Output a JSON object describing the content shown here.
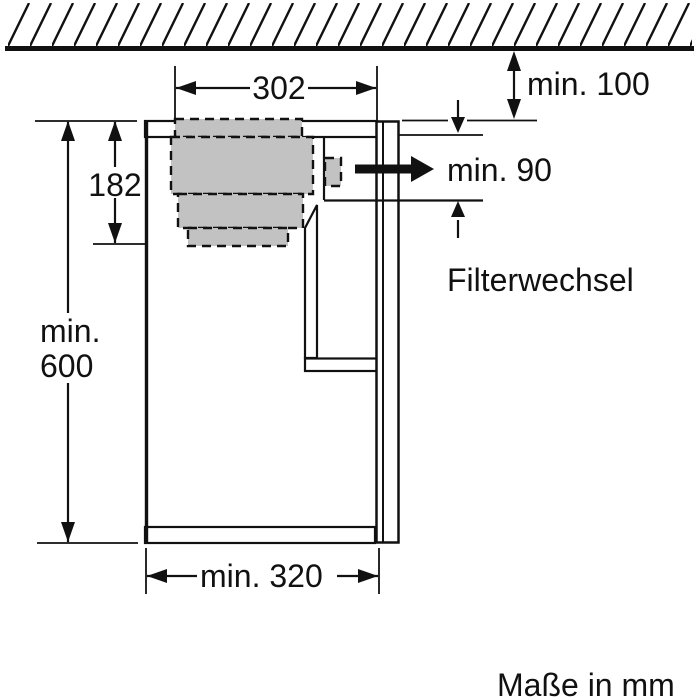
{
  "colors": {
    "line": "#111111",
    "background": "#ffffff",
    "hood_fill": "#c2c2c2"
  },
  "dimensions": {
    "top_width": "302",
    "ceiling_clearance": "min. 100",
    "hood_height": "182",
    "filter_clearance": "min. 90",
    "cabinet_height_line1": "min.",
    "cabinet_height_line2": "600",
    "cabinet_depth": "min. 320"
  },
  "annotations": {
    "filter_change": "Filterwechsel",
    "units_note": "Maße in mm"
  },
  "icons": {
    "filter_direction_arrow": "right-arrow",
    "ceiling_hatch": "diagonal-hatching"
  }
}
